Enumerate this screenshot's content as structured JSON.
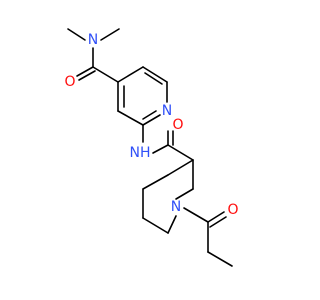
{
  "atoms": {
    "n_amide": {
      "text": "N",
      "color": "#3050F8"
    },
    "o_amide": {
      "text": "O",
      "color": "#FF0D0D"
    },
    "n_pyridine": {
      "text": "N",
      "color": "#3050F8"
    },
    "nh_link": {
      "text": "NH",
      "color": "#3050F8"
    },
    "o_link": {
      "text": "O",
      "color": "#FF0D0D"
    },
    "n_piperidine": {
      "text": "N",
      "color": "#3050F8"
    },
    "o_acyl": {
      "text": "O",
      "color": "#FF0D0D"
    }
  },
  "colors": {
    "bond": "#000000",
    "background": "#ffffff"
  }
}
